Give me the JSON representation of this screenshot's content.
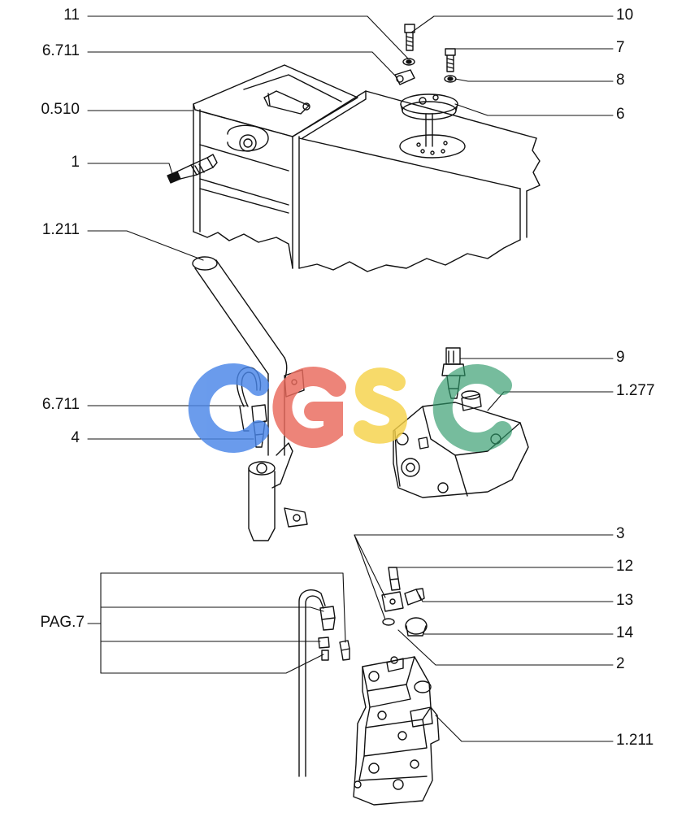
{
  "diagram": {
    "labels_left": [
      {
        "id": "l-11",
        "text": "11"
      },
      {
        "id": "l-6711-top",
        "text": "6.711"
      },
      {
        "id": "l-0510",
        "text": "0.510"
      },
      {
        "id": "l-1",
        "text": "1"
      },
      {
        "id": "l-1211-top",
        "text": "1.211"
      },
      {
        "id": "l-6711-mid",
        "text": "6.711"
      },
      {
        "id": "l-4",
        "text": "4"
      },
      {
        "id": "l-pag7",
        "text": "PAG.7"
      }
    ],
    "labels_right": [
      {
        "id": "r-10",
        "text": "10"
      },
      {
        "id": "r-7",
        "text": "7"
      },
      {
        "id": "r-8",
        "text": "8"
      },
      {
        "id": "r-6",
        "text": "6"
      },
      {
        "id": "r-9",
        "text": "9"
      },
      {
        "id": "r-1277",
        "text": "1.277"
      },
      {
        "id": "r-3",
        "text": "3"
      },
      {
        "id": "r-12",
        "text": "12"
      },
      {
        "id": "r-13",
        "text": "13"
      },
      {
        "id": "r-14",
        "text": "14"
      },
      {
        "id": "r-2",
        "text": "2"
      },
      {
        "id": "r-1211-bot",
        "text": "1.211"
      }
    ],
    "watermark": {
      "text": "CGSC",
      "colors": [
        "#4a86e8",
        "#ea6a5c",
        "#f6d24a",
        "#2e9a6a"
      ]
    }
  }
}
